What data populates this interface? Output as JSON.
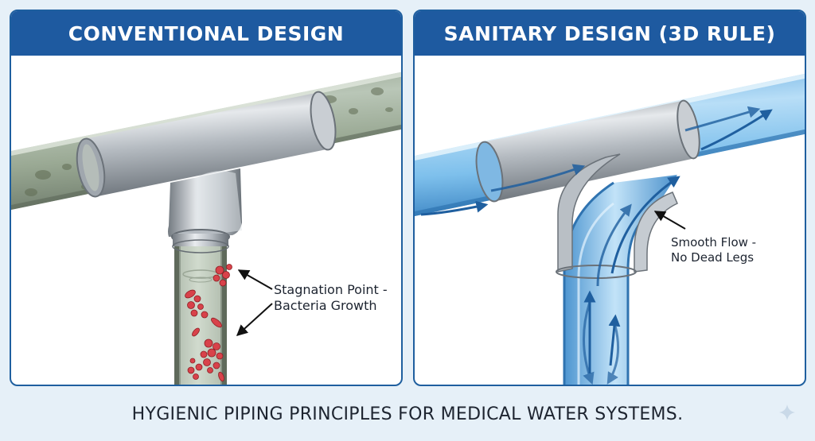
{
  "panels": {
    "conventional": {
      "title": "CONVENTIONAL DESIGN",
      "annotation_line1": "Stagnation Point -",
      "annotation_line2": "Bacteria Growth"
    },
    "sanitary": {
      "title": "SANITARY DESIGN (3D RULE)",
      "annotation_line1": "Smooth Flow -",
      "annotation_line2": "No Dead Legs"
    }
  },
  "footer": {
    "caption": "HYGIENIC PIPING PRINCIPLES FOR MEDICAL WATER SYSTEMS."
  },
  "colors": {
    "header_blue": "#1e5aa0",
    "border_blue": "#1f5f9f",
    "background": "#e6f0f8",
    "bacteria_red": "#d8424a",
    "water_blue": "#7ec0ec",
    "steel": "#a9afb5"
  },
  "icons": [
    "sparkle-icon"
  ]
}
